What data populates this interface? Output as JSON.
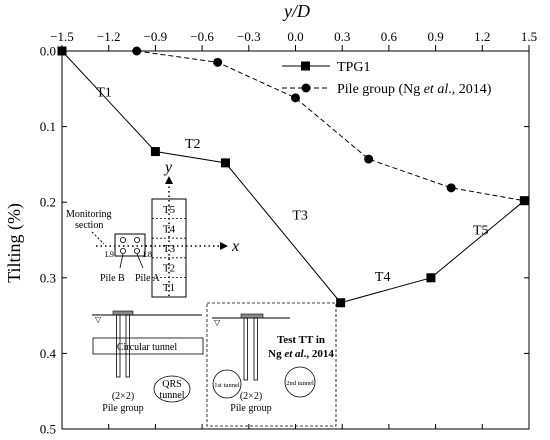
{
  "chart_data": {
    "type": "line",
    "xlabel": "y/D",
    "ylabel": "Tilting (%)",
    "xlim": [
      -1.5,
      1.5
    ],
    "ylim": [
      0.0,
      0.5
    ],
    "y_reversed": true,
    "x_axis_position": "top",
    "x_ticks": [
      "−1.5",
      "−1.2",
      "−0.9",
      "−0.6",
      "−0.3",
      "0.0",
      "0.3",
      "0.6",
      "0.9",
      "1.2",
      "1.5"
    ],
    "y_ticks": [
      "0.0",
      "0.1",
      "0.2",
      "0.3",
      "0.4",
      "0.5"
    ],
    "legend_position": "top-right",
    "series": [
      {
        "name": "TPG1",
        "style": "solid",
        "marker": "square",
        "color": "#000000",
        "x": [
          -1.5,
          -0.9,
          -0.45,
          0.29,
          0.87,
          1.47
        ],
        "y": [
          0.0,
          0.133,
          0.148,
          0.333,
          0.3,
          0.198
        ]
      },
      {
        "name": "Pile group (Ng et al., 2014)",
        "style": "dashed",
        "marker": "circle",
        "color": "#000000",
        "x": [
          -1.02,
          -0.5,
          0.0,
          0.47,
          1.0,
          1.47
        ],
        "y": [
          0.0,
          0.015,
          0.062,
          0.143,
          0.181,
          0.198
        ]
      }
    ],
    "segment_labels": [
      {
        "text": "T1",
        "x": -1.23,
        "y": 0.06
      },
      {
        "text": "T2",
        "x": -0.66,
        "y": 0.128
      },
      {
        "text": "T3",
        "x": 0.03,
        "y": 0.223
      },
      {
        "text": "T4",
        "x": 0.56,
        "y": 0.304
      },
      {
        "text": "T5",
        "x": 1.19,
        "y": 0.243
      }
    ]
  },
  "legend": {
    "tpg1": "TPG1",
    "ng_prefix": "Pile group (Ng ",
    "ng_etal": "et al",
    "ng_suffix": "., 2014)"
  },
  "inset_plan": {
    "monitoring_line1": "Monitoring",
    "monitoring_line2": "section",
    "y_axis": "y",
    "x_axis": "x",
    "pile_b": "Pile B",
    "pile_a": "Pile A",
    "l9": "L9",
    "l8": "L8",
    "sections": [
      "T5",
      "T4",
      "T3",
      "T2",
      "T1"
    ]
  },
  "inset_section_left": {
    "tunnel_label": "Circular tunnel",
    "qrs_line1": "QRS",
    "qrs_line2": "tunnel",
    "group_size": "(2×2)",
    "group_label": "Pile group"
  },
  "inset_section_right": {
    "title_line1": "Test TT in",
    "title_line2_a": "Ng ",
    "title_line2_b": "et al",
    "title_line2_c": "., 2014",
    "tunnel1": "1st tunnel",
    "tunnel2": "2nd tunnel",
    "group_size": "(2×2)",
    "group_label": "Pile group"
  }
}
